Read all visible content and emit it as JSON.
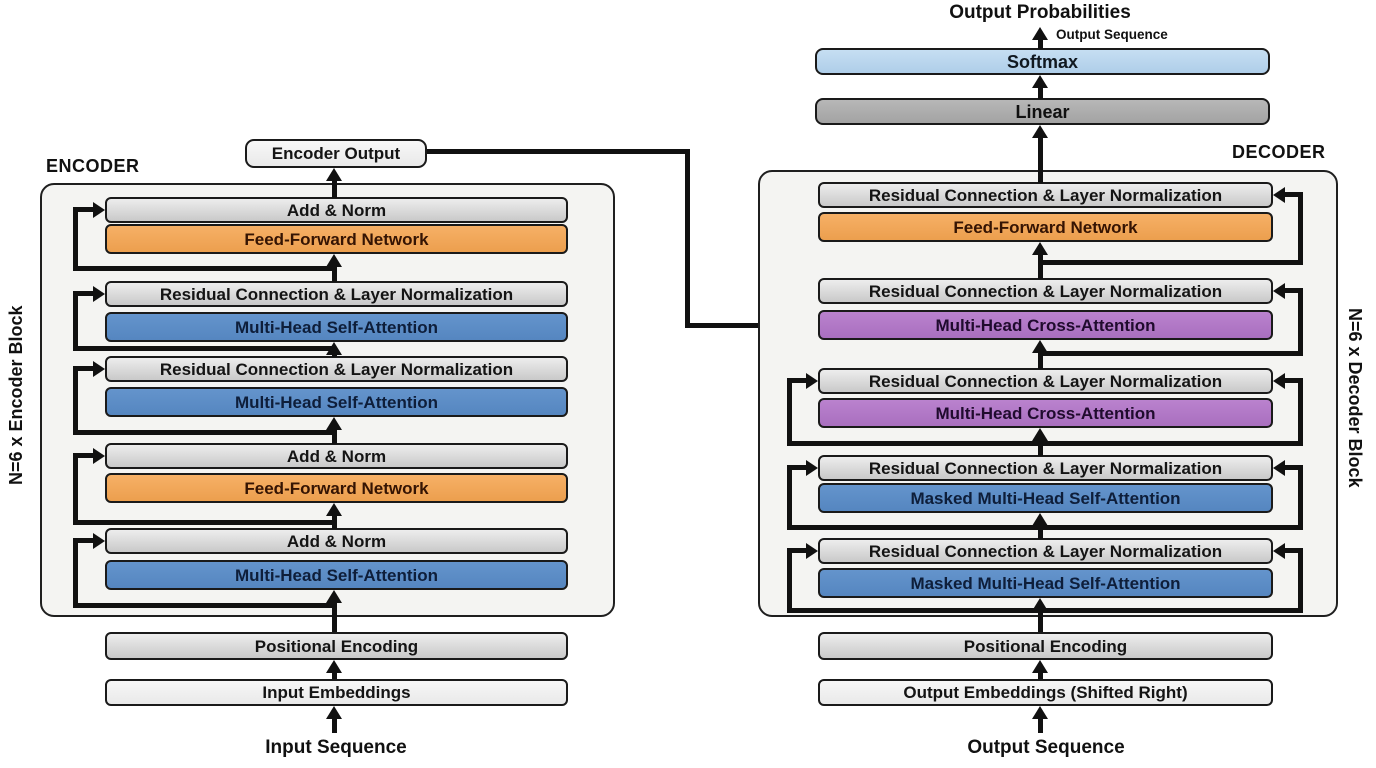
{
  "encoder": {
    "section_label": "ENCODER",
    "side_label": "N=6 x Encoder Block",
    "output_box_label": "Encoder Output",
    "pairs": [
      {
        "norm_label": "Add & Norm",
        "core_label": "Feed-Forward Network"
      },
      {
        "norm_label": "Residual Connection & Layer Normalization",
        "core_label": "Multi-Head Self-Attention"
      },
      {
        "norm_label": "Residual Connection & Layer Normalization",
        "core_label": "Multi-Head Self-Attention"
      },
      {
        "norm_label": "Add & Norm",
        "core_label": "Feed-Forward Network"
      },
      {
        "norm_label": "Add & Norm",
        "core_label": "Multi-Head Self-Attention"
      }
    ],
    "positional_label": "Positional Encoding",
    "embedding_label": "Input Embeddings",
    "sequence_label": "Input Sequence"
  },
  "decoder": {
    "section_label": "DECODER",
    "side_label": "N=6 x Decoder Block",
    "output_probabilities_label": "Output Probabilities",
    "output_sequence_note": "Output Sequence",
    "softmax_label": "Softmax",
    "linear_label": "Linear",
    "pairs": [
      {
        "norm_label": "Residual Connection & Layer Normalization",
        "core_label": "Feed-Forward Network"
      },
      {
        "norm_label": "Residual Connection & Layer Normalization",
        "core_label": "Multi-Head Cross-Attention"
      },
      {
        "norm_label": "Residual Connection & Layer Normalization",
        "core_label": "Multi-Head Cross-Attention"
      },
      {
        "norm_label": "Residual Connection & Layer Normalization",
        "core_label": "Masked Multi-Head Self-Attention"
      },
      {
        "norm_label": "Residual Connection & Layer Normalization",
        "core_label": "Masked Multi-Head Self-Attention"
      }
    ],
    "positional_label": "Positional Encoding",
    "embedding_label": "Output Embeddings (Shifted Right)",
    "sequence_label": "Output Sequence"
  },
  "colors": {
    "ffn_orange": "#EC9F4E",
    "attention_blue": "#5586C0",
    "cross_attention_purple": "#A96FBF",
    "softmax_blue": "#AFCEE9",
    "linear_gray": "#A3A3A3",
    "container_bg": "#F4F4F2",
    "line_black": "#111111"
  }
}
